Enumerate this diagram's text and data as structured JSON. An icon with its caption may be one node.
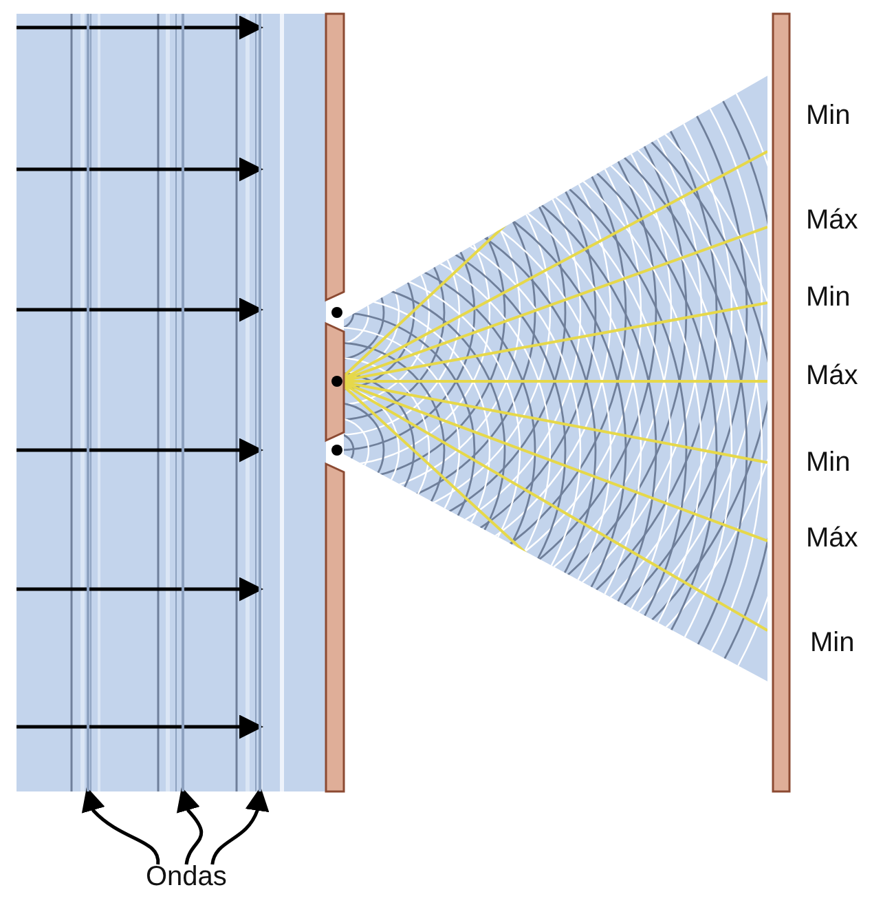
{
  "diagram": {
    "nodes": [
      {
        "text": [
          "Ondas"
        ]
      },
      {
        "text": [],
        "shape": "line"
      },
      {
        "text": [],
        "shape": "line"
      },
      {
        "text": [],
        "shape": "line"
      }
    ],
    "edges": [
      {
        "from": 0,
        "to": 1,
        "arrow": "to"
      },
      {
        "from": 0,
        "to": 2,
        "arrow": "to"
      },
      {
        "from": 0,
        "to": 3,
        "arrow": "to"
      }
    ],
    "labels": [
      "Min",
      "Máx",
      "Min",
      "Máx",
      "Min",
      "Máx",
      "Min"
    ]
  }
}
